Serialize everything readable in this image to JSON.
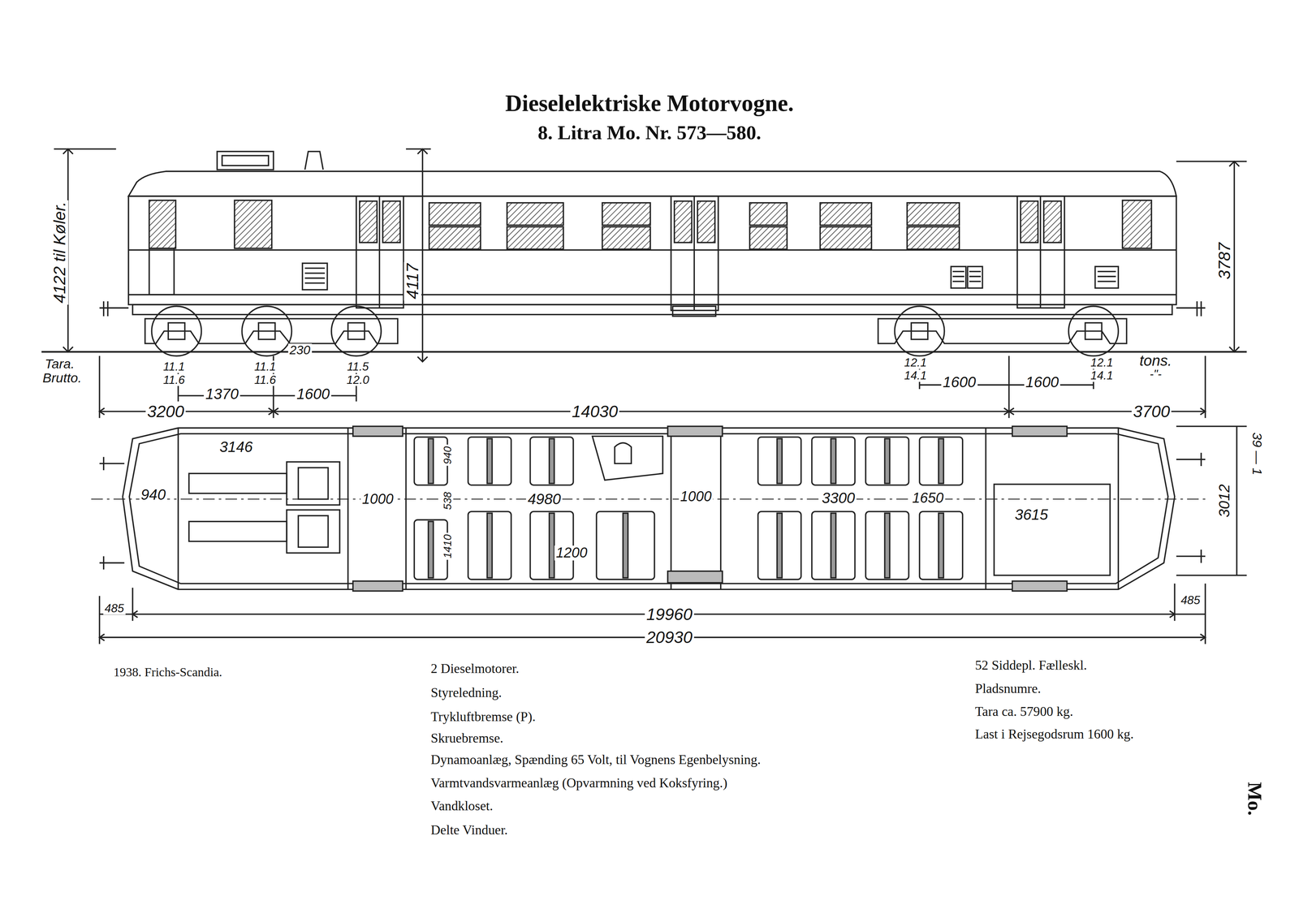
{
  "diagram": {
    "title": "Dieselelektriske Motorvogne.",
    "labels": [
      "8. Litra Mo. Nr. 573—580.",
      "4122 til Køler.",
      "4117",
      "3787",
      "Tara.",
      "Brutto.",
      "11.1",
      "11.6",
      "11.1",
      "11.6",
      "230",
      "11.5",
      "12.0",
      "12.1",
      "14.1",
      "tons.",
      "-\"-",
      "12.1",
      "14.1",
      "1370",
      "1600",
      "1600",
      "1600",
      "3200",
      "14030",
      "3700",
      "3146",
      "940",
      "1000",
      "940",
      "538",
      "1410",
      "4980",
      "1200",
      "1000",
      "3300",
      "1650",
      "3615",
      "3012",
      "39 — 1",
      "485",
      "19960",
      "485",
      "20930",
      "1938. Frichs-Scandia.",
      "2 Dieselmotorer.",
      "Styreledning.",
      "Trykluftbremse (P).",
      "Skruebremse.",
      "Dynamoanlæg, Spænding 65 Volt, til Vognens Egenbelysning.",
      "Varmtvandsvarmeanlæg (Opvarmning ved Koksfyring.)",
      "Vandkloset.",
      "Delte Vinduer.",
      "52 Siddepl. Fælleskl.",
      "Pladsnumre.",
      "Tara ca. 57900 kg.",
      "Last i Rejsegodsrum 1600 kg.",
      "Mo."
    ]
  }
}
